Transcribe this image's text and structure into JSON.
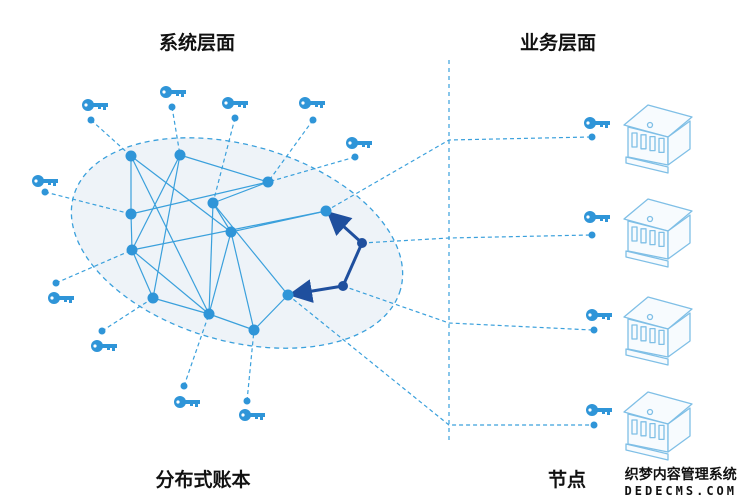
{
  "labels": {
    "system_layer": "系统层面",
    "business_layer": "业务层面",
    "ledger": "分布式账本",
    "nodes": "节点"
  },
  "watermark": {
    "line1": "织梦内容管理系统",
    "line2": "DEDECMS.COM"
  },
  "colors": {
    "node": "#2f95d8",
    "edge": "#3aa0dc",
    "path": "#1f4f9e",
    "ellipse_fill": "#eef3f8",
    "bank": "#7fbfe6"
  },
  "icons": [
    "key-icon",
    "bank-icon"
  ]
}
